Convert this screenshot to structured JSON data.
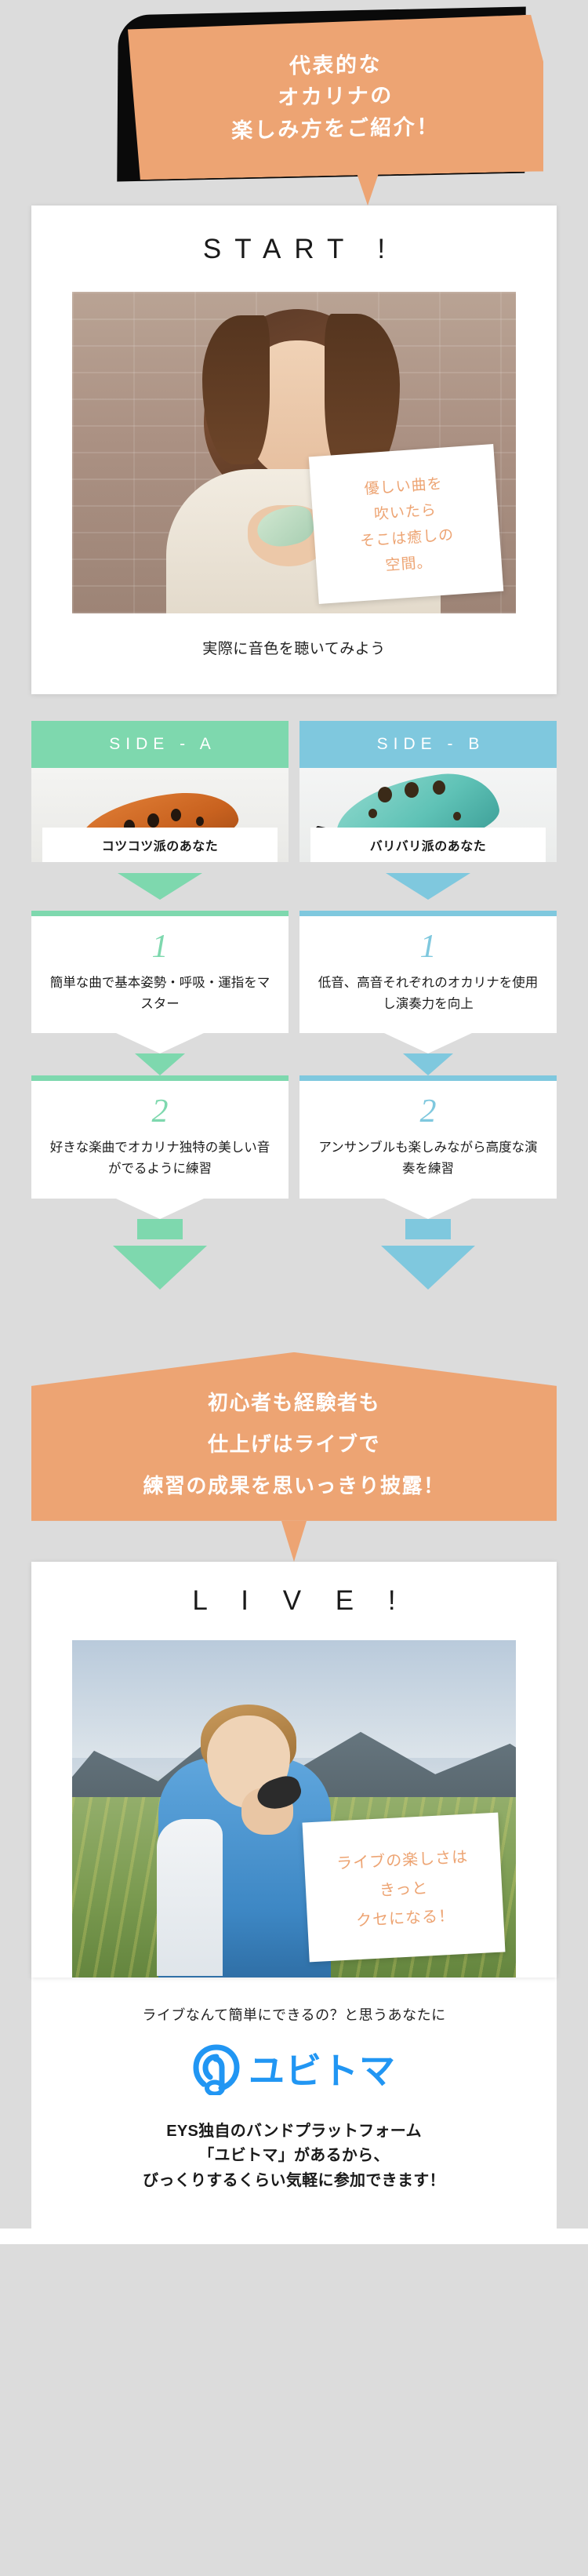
{
  "top_banner": {
    "lines": [
      "代表的な",
      "オカリナの",
      "楽しみ方をご紹介！"
    ],
    "bg_color": "#eda473",
    "text_color": "#ffffff"
  },
  "start_section": {
    "heading": "START !",
    "photo_alt": "woman-holding-ocarina-photo",
    "note_card": {
      "lines": [
        "優しい曲を",
        "吹いたら",
        "そこは癒しの",
        "空間。"
      ],
      "text_color": "#eda473"
    },
    "caption": "実際に音色を聴いてみよう"
  },
  "tracks": [
    {
      "id": "side-a",
      "head_label": "SIDE - A",
      "accent_color": "#7ed8ae",
      "ocarina_label": "コツコツ派のあなた",
      "steps": [
        {
          "num": "1",
          "text": "簡単な曲で基本姿勢・呼吸・運指をマスター"
        },
        {
          "num": "2",
          "text": "好きな楽曲でオカリナ独特の美しい音がでるように練習"
        }
      ]
    },
    {
      "id": "side-b",
      "head_label": "SIDE - B",
      "accent_color": "#7fc8de",
      "ocarina_label": "バリバリ派のあなた",
      "steps": [
        {
          "num": "1",
          "text": "低音、高音それぞれのオカリナを使用し演奏力を向上"
        },
        {
          "num": "2",
          "text": "アンサンブルも楽しみながら高度な演奏を練習"
        }
      ]
    }
  ],
  "live_banner": {
    "lines": [
      "初心者も経験者も",
      "仕上げはライブで",
      "練習の成果を思いっきり披露！"
    ],
    "bg_color": "#eda473",
    "text_color": "#ffffff"
  },
  "live_section": {
    "heading": "L I V E !",
    "photo_alt": "person-playing-ocarina-outdoors-photo",
    "note_card": {
      "lines": [
        "ライブの楽しさは",
        "きっと",
        "クセになる！"
      ],
      "text_color": "#eda473"
    }
  },
  "footer": {
    "lead": "ライブなんて簡単にできるの？と思うあなたに",
    "logo_text": "ユビトマ",
    "logo_color": "#2196f3",
    "logo_icon": "fingerprint-music-note-icon",
    "body_lines": [
      "EYS独自のバンドプラットフォーム",
      "「ユビトマ」があるから、",
      "びっくりするくらい気軽に参加できます！"
    ]
  }
}
